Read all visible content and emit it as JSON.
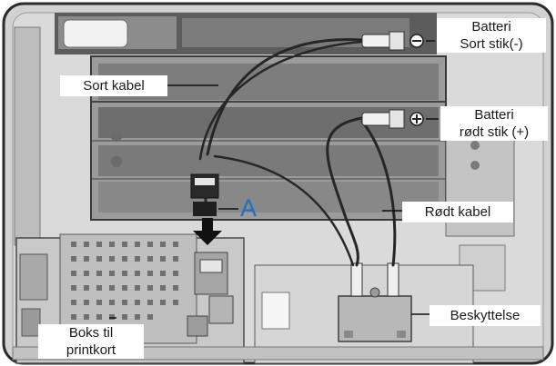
{
  "labels": {
    "battery_negative": [
      "Batteri",
      "Sort stik(-)"
    ],
    "black_cable": "Sort kabel",
    "battery_positive": [
      "Batteri",
      "rødt stik (+)"
    ],
    "marker_a": "A",
    "red_cable": "Rødt kabel",
    "protection": "Beskyttelse",
    "pcb_box": [
      "Boks til",
      "printkort"
    ]
  },
  "symbols": {
    "negative_terminal": "minus-circle-icon",
    "positive_terminal": "plus-circle-icon"
  },
  "colors": {
    "marker_accent": "#1c6fc4",
    "cable": "#262626",
    "casing": "#cfcfcf",
    "frame_dark": "#3a3a3a"
  }
}
